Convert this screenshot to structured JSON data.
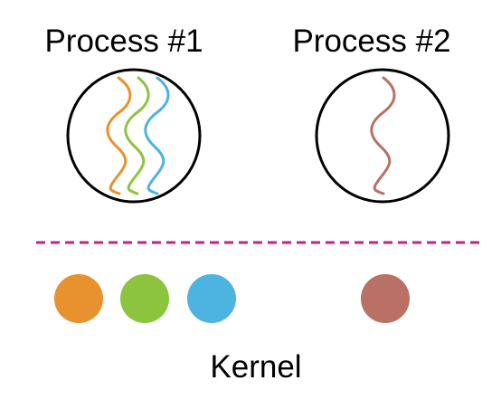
{
  "processes": [
    {
      "label": "Process #1",
      "threads": [
        "orange-thread",
        "green-thread",
        "blue-thread"
      ]
    },
    {
      "label": "Process #2",
      "threads": [
        "brown-thread"
      ]
    }
  ],
  "kernel": {
    "label": "Kernel",
    "threads": [
      "orange-thread",
      "green-thread",
      "blue-thread",
      "brown-thread"
    ]
  },
  "colors": {
    "orange": "#e8922f",
    "green": "#8cc43f",
    "blue": "#4db3e0",
    "brown": "#b87164",
    "divider": "#c0267e",
    "outline": "#000000"
  }
}
